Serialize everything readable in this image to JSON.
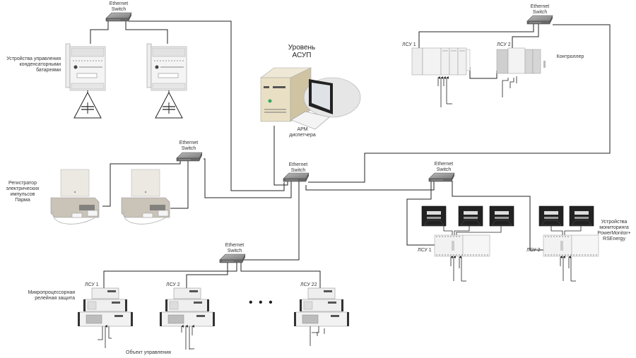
{
  "diagram": {
    "title": "Уровень АСУП",
    "switch_label": "Ethernet\nSwitch",
    "workstation": {
      "label": "АРМ\nдиспетчера",
      "icon": "workstation-pc-icon"
    },
    "groups": {
      "capacitor_control": {
        "label": "Устройства управления\nконденсаторными\nбатареями",
        "device_icon": "capacitor-controller-icon",
        "count": 2
      },
      "controller": {
        "label": "Контроллер",
        "nodes": [
          "ЛСУ 1",
          "ЛСУ 2"
        ],
        "device_icon": "plc-rack-icon"
      },
      "pulse_recorder": {
        "label": "Регистратор\nэлектрических\nимпульсов\nПарма",
        "device_icon": "recorder-unit-icon",
        "count": 2
      },
      "power_monitor": {
        "label": "Устройства\nмониторинга\nPowerMonitor+\nRSEnergy",
        "nodes": [
          "ЛСУ 1",
          "ЛСУ 2"
        ],
        "device_icon": "power-monitor-icon"
      },
      "relay_protection": {
        "label": "Микропроцессорная\nрелейная защита",
        "nodes": [
          "ЛСУ 1",
          "ЛСУ 2",
          "ЛСУ 22"
        ],
        "ellipsis": "• • •",
        "device_icon": "relay-rack-icon"
      }
    },
    "controlled_object_label": "Объект управления"
  }
}
